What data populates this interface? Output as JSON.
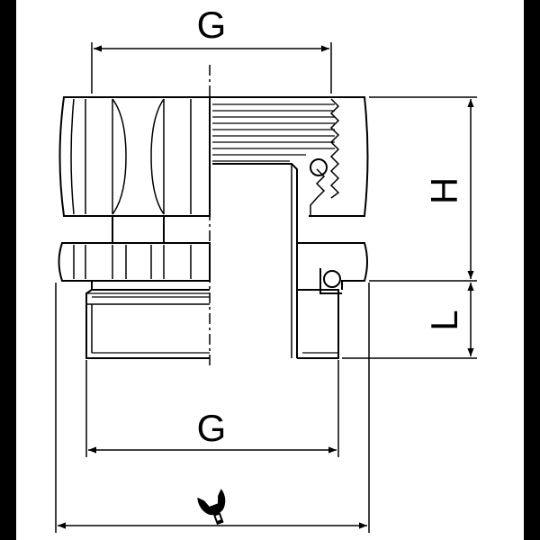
{
  "drawing": {
    "top_thread_label": "G",
    "bottom_thread_label": "G",
    "height_label": "H",
    "length_label": "L",
    "wrench_size_icon": "open-end-wrench-icon"
  },
  "colors": {
    "line": "#000000",
    "paper": "#ffffff",
    "frame": "#000000"
  }
}
